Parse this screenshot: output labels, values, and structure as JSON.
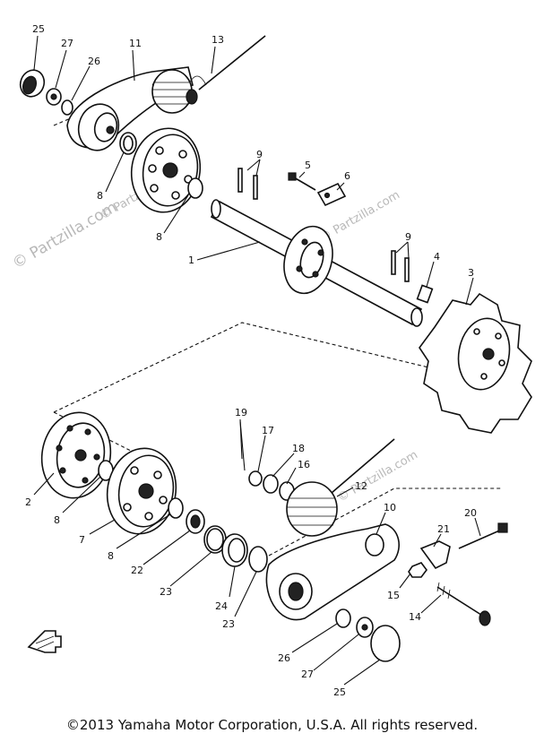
{
  "watermarks": [
    "© Partzilla.com",
    "© Partzilla.com",
    "© Partzilla.com",
    "© Partzilla.com"
  ],
  "callouts": [
    "25",
    "27",
    "26",
    "11",
    "13",
    "8",
    "8",
    "9",
    "5",
    "6",
    "1",
    "9",
    "4",
    "3",
    "19",
    "17",
    "18",
    "16",
    "12",
    "10",
    "2",
    "8",
    "7",
    "8",
    "22",
    "23",
    "24",
    "23",
    "21",
    "20",
    "15",
    "14",
    "26",
    "27",
    "25"
  ],
  "footer": {
    "copyright": "©2013 Yamaha Motor Corporation, U.S.A. All rights reserved."
  }
}
